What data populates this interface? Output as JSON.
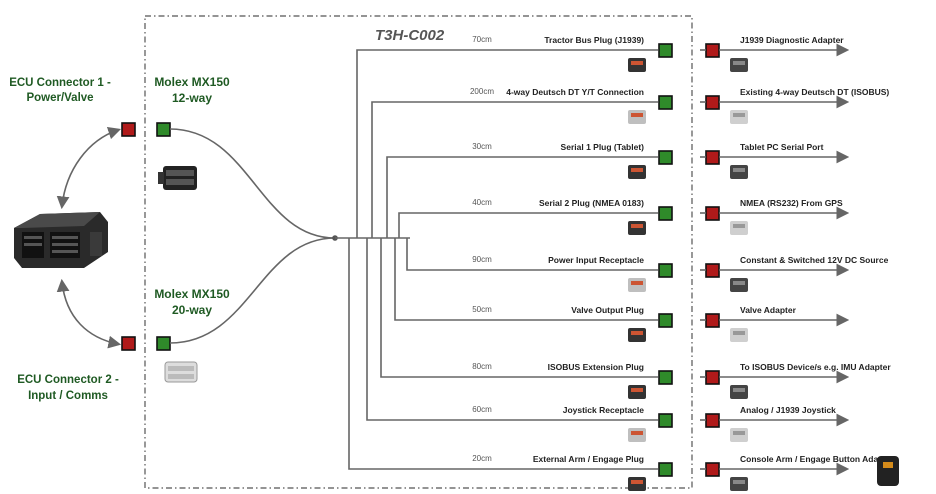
{
  "title": "T3H-C002",
  "ecu": {
    "connector1": [
      "ECU Connector 1 -",
      "Power/Valve"
    ],
    "connector2": [
      "ECU Connector 2 -",
      "Input / Comms"
    ]
  },
  "molex": {
    "top": [
      "Molex MX150",
      "12-way"
    ],
    "bottom": [
      "Molex MX150",
      "20-way"
    ]
  },
  "branches": [
    {
      "length": "70cm",
      "plug": "Tractor Bus Plug (J1939)",
      "device": "J1939 Diagnostic Adapter"
    },
    {
      "length": "200cm",
      "plug": "4-way Deutsch DT Y/T Connection",
      "device": "Existing 4-way Deutsch DT (ISOBUS)"
    },
    {
      "length": "30cm",
      "plug": "Serial 1 Plug (Tablet)",
      "device": "Tablet PC Serial Port"
    },
    {
      "length": "40cm",
      "plug": "Serial 2 Plug (NMEA 0183)",
      "device": "NMEA (RS232) From GPS"
    },
    {
      "length": "90cm",
      "plug": "Power Input Receptacle",
      "device": "Constant & Switched 12V DC Source"
    },
    {
      "length": "50cm",
      "plug": "Valve Output Plug",
      "device": "Valve Adapter"
    },
    {
      "length": "80cm",
      "plug": "ISOBUS Extension Plug",
      "device": "To ISOBUS Device/s e.g. IMU Adapter"
    },
    {
      "length": "60cm",
      "plug": "Joystick Receptacle",
      "device": "Analog / J1939 Joystick"
    },
    {
      "length": "20cm",
      "plug": "External Arm / Engage Plug",
      "device": "Console Arm / Engage Button Adapter"
    }
  ],
  "colors": {
    "connector_green": "#2f8a2a",
    "connector_red": "#b01a1a",
    "header_green": "#1f5a23",
    "wire": "#666666"
  }
}
